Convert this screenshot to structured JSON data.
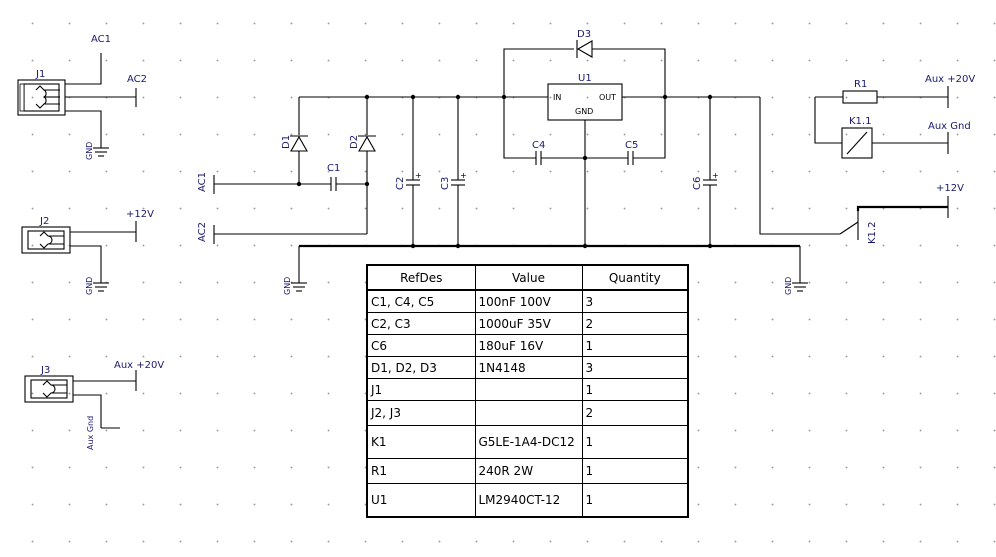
{
  "schematic": {
    "connectors": {
      "j1": "J1",
      "j2": "J2",
      "j3": "J3",
      "k12": "K1.2",
      "k11": "K1.1"
    },
    "nets": {
      "ac1": "AC1",
      "ac2": "AC2",
      "gnd": "GND",
      "v12": "+12V",
      "aux20": "Aux +20V",
      "auxgnd": "Aux Gnd"
    },
    "refs": {
      "c1": "C1",
      "c2": "C2",
      "c3": "C3",
      "c4": "C4",
      "c5": "C5",
      "c6": "C6",
      "d1": "D1",
      "d2": "D2",
      "d3": "D3",
      "r1": "R1",
      "u1": "U1"
    },
    "u1_pins": {
      "in": "IN",
      "out": "OUT",
      "gnd": "GND"
    },
    "polarity": "+"
  },
  "bom": {
    "headers": {
      "refdes": "RefDes",
      "value": "Value",
      "quantity": "Quantity"
    },
    "rows": [
      {
        "refdes": "C1, C4, C5",
        "value": "100nF 100V",
        "quantity": "3"
      },
      {
        "refdes": "C2, C3",
        "value": "1000uF 35V",
        "quantity": "2"
      },
      {
        "refdes": "C6",
        "value": "180uF 16V",
        "quantity": "1"
      },
      {
        "refdes": "D1, D2, D3",
        "value": "1N4148",
        "quantity": "3"
      },
      {
        "refdes": "J1",
        "value": "",
        "quantity": "1"
      },
      {
        "refdes": "J2, J3",
        "value": "",
        "quantity": "2"
      },
      {
        "refdes": "K1",
        "value": "G5LE-1A4-DC12",
        "quantity": "1"
      },
      {
        "refdes": "R1",
        "value": "240R 2W",
        "quantity": "1"
      },
      {
        "refdes": "U1",
        "value": "LM2940CT-12",
        "quantity": "1"
      }
    ]
  }
}
